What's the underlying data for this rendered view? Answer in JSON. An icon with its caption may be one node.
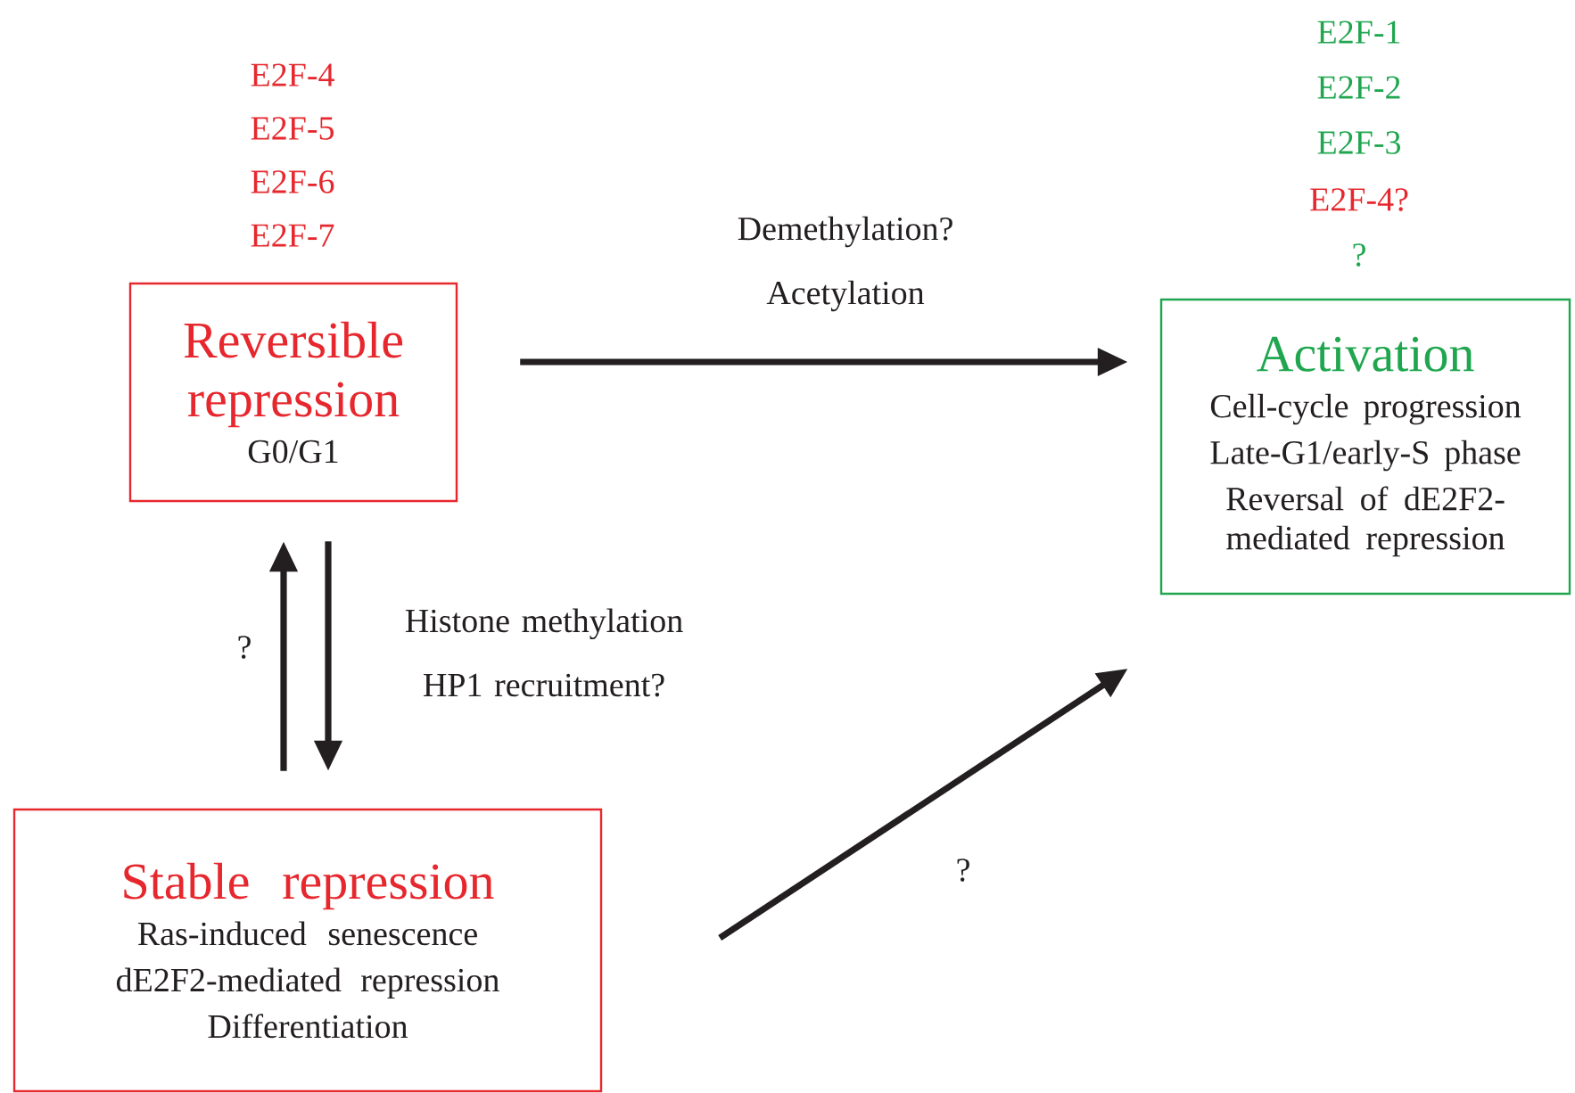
{
  "diagram": {
    "nodes": [
      {
        "text": [
          "Reversible repression",
          "G0/G1"
        ],
        "beside": [
          "E2F-4",
          "E2F-5",
          "E2F-6",
          "E2F-7"
        ]
      },
      {
        "text": [
          "Activation",
          "Cell-cycle progression",
          "Late-G1/early-S phase",
          "Reversal of dE2F2-mediated repression"
        ],
        "beside": [
          "E2F-1",
          "E2F-2",
          "E2F-3",
          "E2F-4?",
          "?"
        ]
      },
      {
        "text": [
          "Stable repression",
          "Ras-induced senescence",
          "dE2F2-mediated repression",
          "Differentiation"
        ]
      }
    ],
    "edges": [
      {
        "from": 0,
        "to": 1,
        "arrow": "to",
        "label": "Demethylation? Acetylation"
      },
      {
        "from": 2,
        "to": 0,
        "arrow": "to",
        "label": "?"
      },
      {
        "from": 0,
        "to": 2,
        "arrow": "to",
        "label": "Histone methylation HP1 recruitment?"
      },
      {
        "from": 2,
        "to": 1,
        "arrow": "to",
        "label": "?"
      }
    ]
  }
}
